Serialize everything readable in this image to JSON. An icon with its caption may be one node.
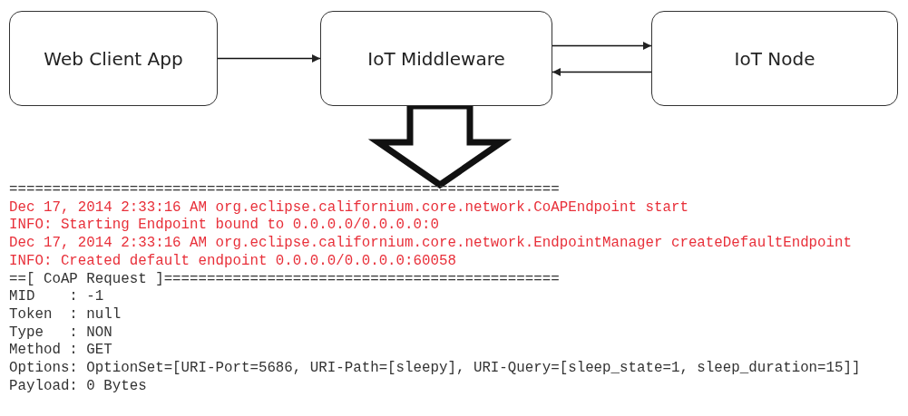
{
  "diagram": {
    "nodes": [
      {
        "text": [
          "Web Client App"
        ]
      },
      {
        "text": [
          "IoT Middleware"
        ]
      },
      {
        "text": [
          "IoT Node"
        ]
      },
      {
        "text": [
          "================================================================",
          "Dec 17, 2014 2:33:16 AM org.eclipse.californium.core.network.CoAPEndpoint start",
          "INFO: Starting Endpoint bound to 0.0.0.0/0.0.0.0:0",
          "Dec 17, 2014 2:33:16 AM org.eclipse.californium.core.network.EndpointManager createDefaultEndpoint",
          "INFO: Created default endpoint 0.0.0.0/0.0.0.0:60058",
          "==[ CoAP Request ]==============================================",
          "MID    : -1",
          "Token  : null",
          "Type   : NON",
          "Method : GET",
          "Options: OptionSet=[URI-Port=5686, URI-Path=[sleepy], URI-Query=[sleep_state=1, sleep_duration=15]]",
          "Payload: 0 Bytes"
        ]
      }
    ],
    "edges": [
      {
        "from": 0,
        "to": 1,
        "arrow": "to"
      },
      {
        "from": 1,
        "to": 2,
        "arrow": "to"
      },
      {
        "from": 2,
        "to": 1,
        "arrow": "to"
      },
      {
        "from": 1,
        "to": 3,
        "arrow": "to",
        "style": "thick"
      }
    ]
  }
}
